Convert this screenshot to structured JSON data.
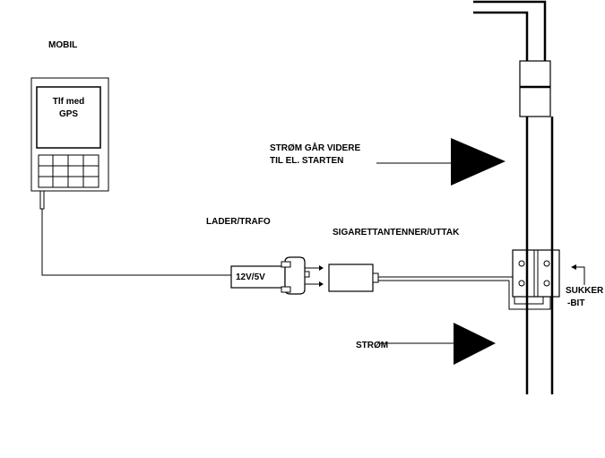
{
  "labels": {
    "mobil": "MOBIL",
    "phone_screen_line1": "Tlf med",
    "phone_screen_line2": "GPS",
    "lader_trafo": "LADER/TRAFO",
    "voltage": "12V/5V",
    "sigarett": "SIGARETTANTENNER/UTTAK",
    "strom_videre_line1": "STRØM GÅR VIDERE",
    "strom_videre_line2": "TIL EL. STARTEN",
    "strom": "STRØM",
    "sukker_line1": "SUKKER",
    "sukker_line2": "-BIT"
  },
  "colors": {
    "line": "#000000",
    "background": "#ffffff"
  }
}
